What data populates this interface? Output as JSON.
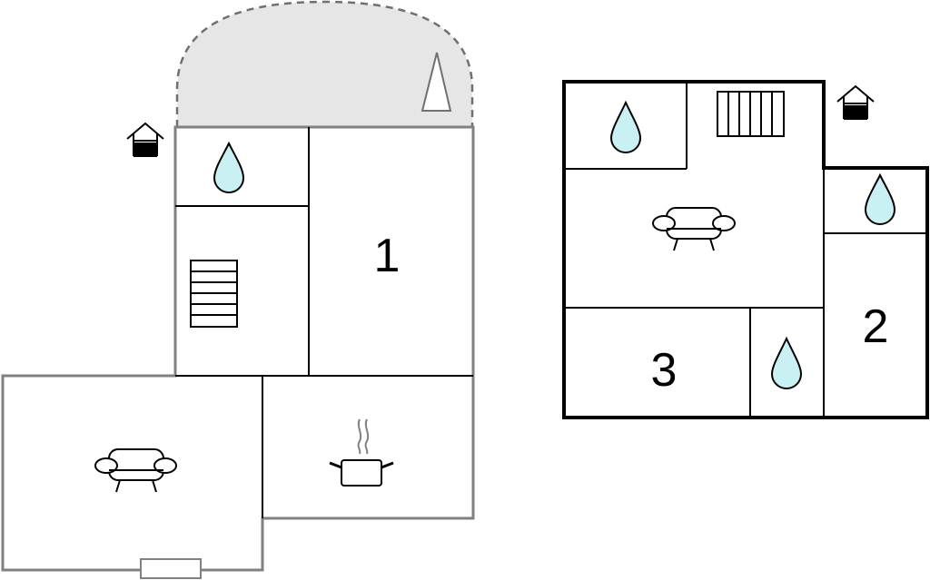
{
  "colors": {
    "ground_wall": "#808080",
    "upper_wall": "#000000",
    "terrace_fill": "#e6e6e6",
    "water_fill": "#c9f1f3",
    "line": "#000000"
  },
  "floors": [
    {
      "name": "",
      "rooms": [
        {
          "id": "bathroom",
          "icon": "water-drop-icon"
        },
        {
          "id": "stairs",
          "icon": "staircase-icon"
        },
        {
          "id": "bedroom",
          "label": "1"
        },
        {
          "id": "living-room",
          "icon": "sofa-icon"
        },
        {
          "id": "kitchen",
          "icon": "cooking-pot-icon"
        },
        {
          "id": "terrace",
          "icon": "tree-icon"
        }
      ],
      "entrance_icon": "house-entrance-icon",
      "window_icon": "window-icon"
    },
    {
      "name": "",
      "rooms": [
        {
          "id": "bathroom-top",
          "icon": "water-drop-icon"
        },
        {
          "id": "stairs",
          "icon": "staircase-icon"
        },
        {
          "id": "living-room",
          "icon": "sofa-icon"
        },
        {
          "id": "bathroom-right",
          "icon": "water-drop-icon"
        },
        {
          "id": "bedroom-2",
          "label": "2"
        },
        {
          "id": "bedroom-3",
          "label": "3"
        },
        {
          "id": "bathroom-small",
          "icon": "water-drop-icon"
        }
      ],
      "entrance_icon": "house-entrance-icon"
    }
  ]
}
